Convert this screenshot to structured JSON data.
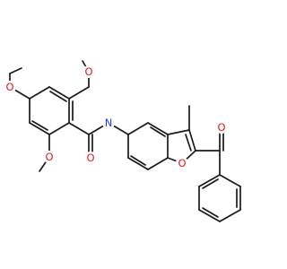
{
  "molecule": {
    "colors": {
      "bond": "#1a1a1a",
      "carbon": "#1a1a1a",
      "oxygen": "#e8141e",
      "nitrogen": "#1f3be8"
    },
    "atom_labels": {
      "o_methoxy_top": "O",
      "o_methoxy_mid": "O",
      "o_methoxy_bottom": "O",
      "o_amide": "O",
      "n_amide": "N",
      "o_furan": "O",
      "o_ketone": "O"
    }
  }
}
